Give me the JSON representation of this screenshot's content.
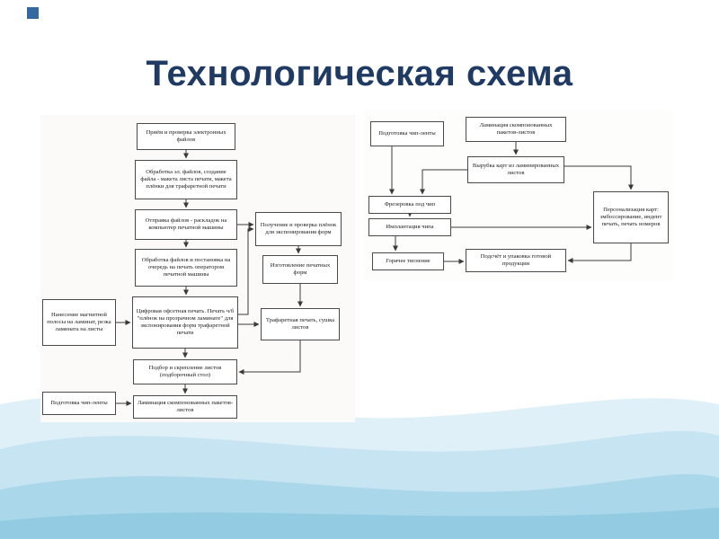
{
  "slide": {
    "title": "Технологическая схема"
  },
  "colors": {
    "title_text": "#1f3a63",
    "accent_square": "#35689e",
    "wave_pale": "#e0f0f8",
    "wave_light": "#c6e4f1",
    "wave_mid": "#abd7ea",
    "wave_deep": "#93cbe3",
    "box_border": "#4a4a4a"
  },
  "left_chart": {
    "boxes": [
      "Приём и проверка электронных файлов",
      "Обработка эл. файлов, создание файла - макета листа печати, макета плёнки для трафаретной печати",
      "Отправка файлов - раскладок на компьютер печатной машины",
      "Получение и проверка плёнок для экспонирования форм",
      "Обработка файлов и постановка на очередь на печать оператором печатной машины",
      "Изготовление печатных форм",
      "Цифровая офсетная печать. Печать ч/б \"плёнок на прозрачном ламинате\" для экспонирования форм трафаретной печати",
      "Трафаретная печать, сушка листов",
      "Нанесение магнитной полосы на ламинат, резка ламината на листы",
      "Подбор и скрепление листов (подборочный стол)",
      "Подготовка чип-ленты",
      "Ламинация скомпонованных пакетов-листов"
    ]
  },
  "right_chart": {
    "boxes": [
      "Подготовка чип-ленты",
      "Ламинация скомпонованных пакетов-листов",
      "Вырубка карт из ламинированных листов",
      "Фрезеровка под чип",
      "Имплантация чипа",
      "Горячее тиснение",
      "Персонализация карт: эмбоссирование, индент печать, печать номеров",
      "Подсчёт и упаковка готовой продукции"
    ]
  }
}
